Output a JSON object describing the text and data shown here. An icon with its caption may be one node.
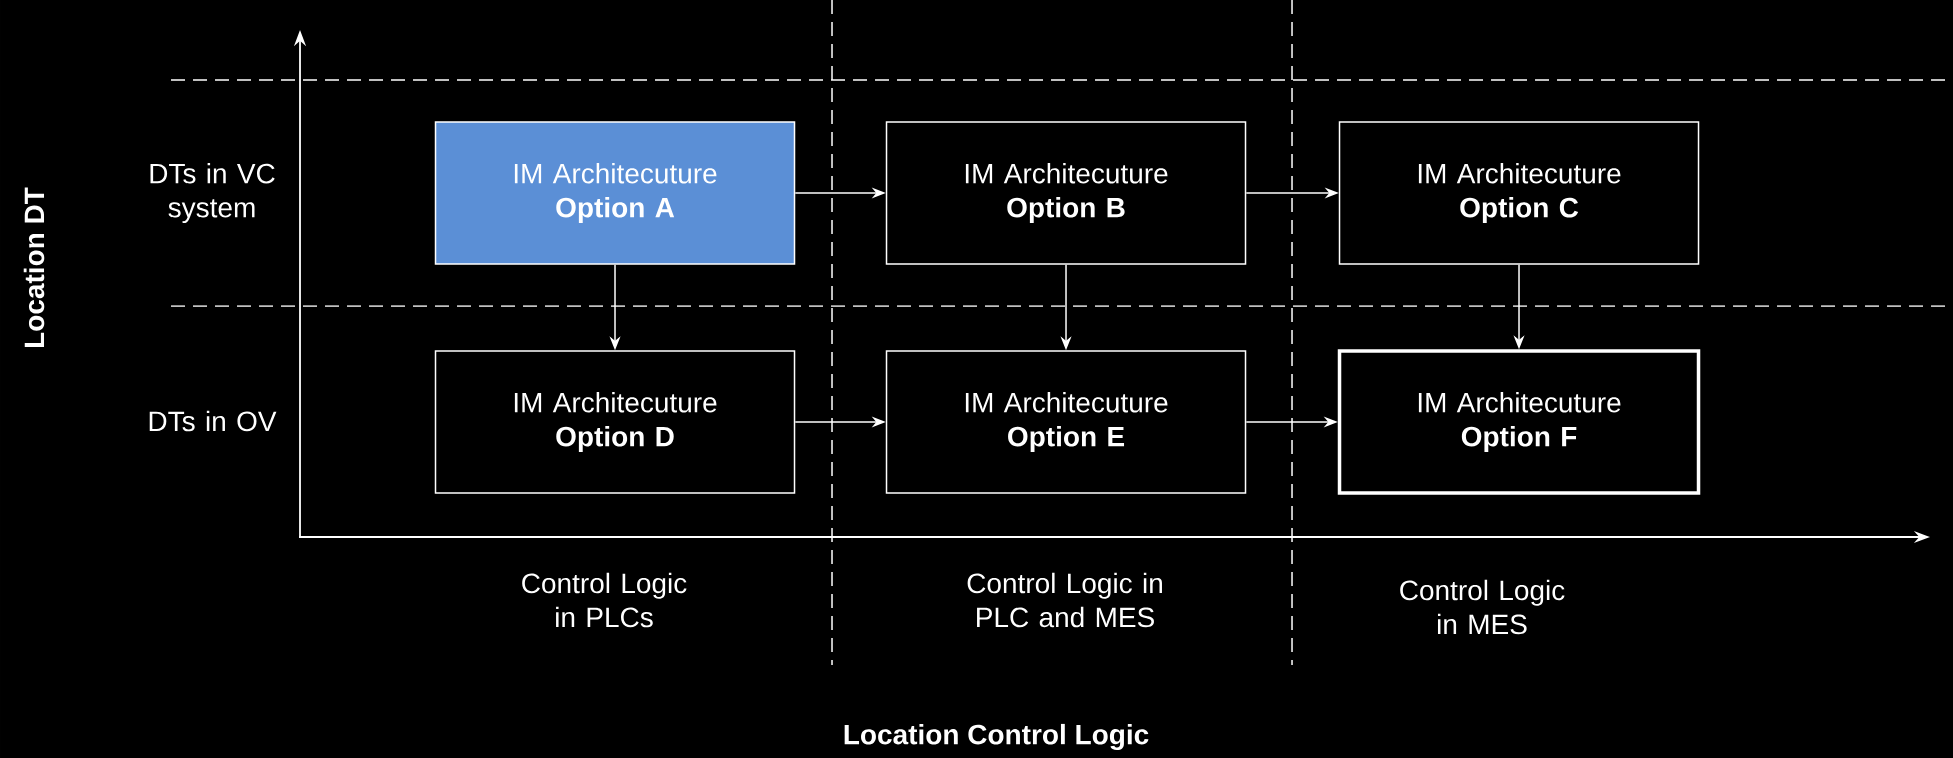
{
  "diagram": {
    "nodes": [
      {
        "text": [
          "IM Architecuture **Option A**"
        ]
      },
      {
        "text": [
          "IM Architecuture **Option B**"
        ]
      },
      {
        "text": [
          "IM Architecuture **Option C**"
        ]
      },
      {
        "text": [
          "IM Architecuture **Option D**"
        ]
      },
      {
        "text": [
          "IM Architecuture **Option E**"
        ]
      },
      {
        "text": [
          "IM Architecuture **Option F**"
        ]
      }
    ],
    "edges": [
      {
        "from": 0,
        "to": 1,
        "arrow": "to"
      },
      {
        "from": 1,
        "to": 2,
        "arrow": "to"
      },
      {
        "from": 0,
        "to": 3,
        "arrow": "to"
      },
      {
        "from": 1,
        "to": 4,
        "arrow": "to"
      },
      {
        "from": 2,
        "to": 5,
        "arrow": "to"
      },
      {
        "from": 3,
        "to": 4,
        "arrow": "to"
      },
      {
        "from": 4,
        "to": 5,
        "arrow": "to"
      }
    ],
    "labels": [
      "Location DT",
      "DTs in VC system",
      "DTs in OV",
      "Control Logic in PLCs",
      "Control Logic in PLC and MES",
      "Control Logic in MES",
      "Location Control Logic"
    ]
  }
}
